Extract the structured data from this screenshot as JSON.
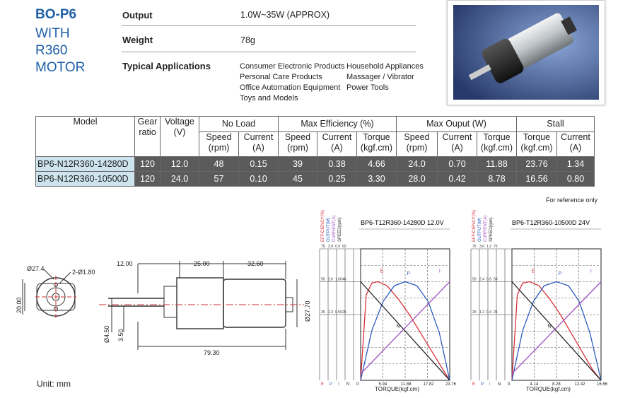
{
  "header": {
    "title": "BO-P6",
    "subtitle_lines": [
      "WITH",
      "R360",
      "MOTOR"
    ]
  },
  "specs": {
    "output_label": "Output",
    "output_value": "1.0W~35W (APPROX)",
    "weight_label": "Weight",
    "weight_value": "78g",
    "apps_label": "Typical Applications",
    "apps_col1": [
      "Consumer Electronic Products",
      "Personal Care Products",
      "Office Automation Equipment",
      "Toys and Models"
    ],
    "apps_col2": [
      "Household Appliances",
      "Massager / Vibrator",
      "Power Tools"
    ]
  },
  "table": {
    "headers": {
      "model": "Model",
      "gear_ratio": [
        "Gear",
        "ratio"
      ],
      "voltage": [
        "Voltage",
        "(V)"
      ],
      "no_load": "No Load",
      "max_eff": "Max  Efficiency (%)",
      "max_output": "Max Ouput (W)",
      "stall": "Stall",
      "speed": [
        "Speed",
        "(rpm)"
      ],
      "current": [
        "Current",
        "(A)"
      ],
      "torque": [
        "Torque",
        "(kgf.cm)"
      ]
    },
    "rows": [
      [
        "BP6-N12R360-14280D",
        "120",
        "12.0",
        "48",
        "0.15",
        "39",
        "0.38",
        "4.66",
        "24.0",
        "0.70",
        "11.88",
        "23.76",
        "1.34"
      ],
      [
        "BP6-N12R360-10500D",
        "120",
        "24.0",
        "57",
        "0.10",
        "45",
        "0.25",
        "3.30",
        "28.0",
        "0.42",
        "8.78",
        "16.56",
        "0.80"
      ]
    ],
    "note": "For reference only"
  },
  "drawing": {
    "unit": "Unit: mm",
    "dims": [
      "Ø27.4",
      "2-Ø1.80",
      "20.00",
      "12.00",
      "25.00",
      "32.60",
      "Ø27.70",
      "Ø4.50",
      "3.50",
      "79.30"
    ]
  },
  "chart_data": [
    {
      "type": "line",
      "title": "BP6-T12R360-14280D  12.0V",
      "xlabel": "TORQUE(kgf.cm)",
      "x_ticks": [
        "0",
        "5.94",
        "11.88",
        "17.82",
        "23.76"
      ],
      "xlim": [
        0,
        23.76
      ],
      "y_axis_labels": [
        "EFFICIENCY(%)",
        "OUTPUT(W)",
        "CURRENT(A)",
        "SPEED(rpm)"
      ],
      "axis_letters": [
        "E",
        "P",
        "I",
        "N"
      ],
      "scale_rows": [
        [
          "75",
          "3.9",
          "0.9",
          "60"
        ],
        [
          "50",
          "2.6",
          "1.00",
          "40"
        ],
        [
          "25",
          "1.3",
          "0.50",
          "20"
        ]
      ],
      "series": [
        {
          "name": "E",
          "x": [
            0,
            1.5,
            3,
            4.66,
            7,
            10,
            13,
            16,
            19,
            22,
            23.76
          ],
          "y": [
            0,
            65,
            74,
            75,
            72,
            62,
            50,
            36,
            22,
            8,
            0
          ]
        },
        {
          "name": "P",
          "x": [
            0,
            3,
            6,
            9,
            11.88,
            15,
            18,
            21,
            23.76
          ],
          "y": [
            0,
            38,
            60,
            72,
            75,
            72,
            60,
            36,
            0
          ]
        },
        {
          "name": "N",
          "x": [
            0,
            23.76
          ],
          "y": [
            75,
            0
          ]
        },
        {
          "name": "I",
          "x": [
            0,
            23.76
          ],
          "y": [
            5,
            75
          ]
        }
      ]
    },
    {
      "type": "line",
      "title": "BP6-T12R360-10500D  24V",
      "xlabel": "TORQUE(kgf.cm)",
      "x_ticks": [
        "0",
        "4.14",
        "8.28",
        "12.42",
        "16.56"
      ],
      "xlim": [
        0,
        16.56
      ],
      "y_axis_labels": [
        "EFFICIENCY(%)",
        "OUTPUT(W)",
        "CURRENT(A)",
        "SPEED(rpm)"
      ],
      "axis_letters": [
        "E",
        "P",
        "I",
        "N"
      ],
      "scale_rows": [
        [
          "75",
          "3.6",
          "1.2",
          "75"
        ],
        [
          "50",
          "2.4",
          "0.8",
          "50"
        ],
        [
          "25",
          "1.2",
          "0.4",
          "25"
        ]
      ],
      "series": [
        {
          "name": "E",
          "x": [
            0,
            1,
            2,
            3.3,
            5,
            7,
            9,
            11,
            13,
            15,
            16.56
          ],
          "y": [
            0,
            65,
            74,
            75,
            72,
            62,
            50,
            36,
            22,
            8,
            0
          ]
        },
        {
          "name": "P",
          "x": [
            0,
            2,
            4,
            6,
            8.28,
            10.5,
            12.5,
            14.5,
            16.56
          ],
          "y": [
            0,
            38,
            60,
            72,
            75,
            72,
            60,
            36,
            0
          ]
        },
        {
          "name": "N",
          "x": [
            0,
            16.56
          ],
          "y": [
            75,
            0
          ]
        },
        {
          "name": "I",
          "x": [
            0,
            16.56
          ],
          "y": [
            5,
            75
          ]
        }
      ]
    }
  ]
}
